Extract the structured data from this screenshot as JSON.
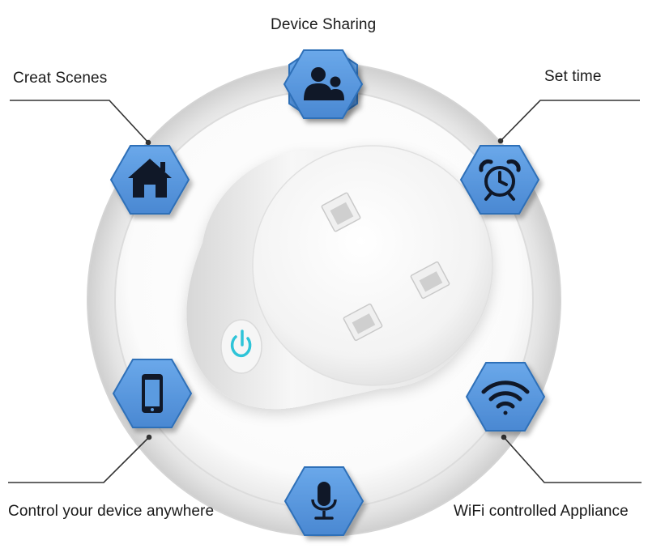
{
  "features": {
    "device_sharing": "Device Sharing",
    "create_scenes": "Creat Scenes",
    "set_time": "Set time",
    "control_anywhere": "Control your device anywhere",
    "wifi_controlled": "WiFi controlled Appliance"
  },
  "icons": {
    "top": "users-icon",
    "top_left": "home-icon",
    "top_right": "alarm-clock-icon",
    "bottom_left": "smartphone-icon",
    "bottom": "microphone-icon",
    "bottom_right": "wifi-icon"
  },
  "colors": {
    "hexagon_fill": "#5b9be0",
    "hexagon_border": "#2f6fb8",
    "icon_color": "#101828",
    "power_button_glow": "#2ec4d8"
  }
}
